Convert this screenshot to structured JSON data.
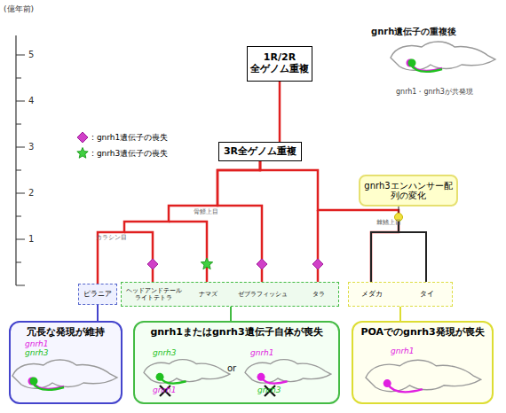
{
  "diagram": {
    "nodes": [
      {
        "text": [
          "1R/2R 全ゲノム重複"
        ]
      },
      {
        "text": [
          "3R全ゲノム重複"
        ]
      },
      {
        "text": [
          "gnrh3エンハンサー配列の変化"
        ]
      },
      {
        "text": [
          "ピラニア"
        ]
      },
      {
        "text": [
          "ヘッドアンドテール ライトテトラ",
          "ナマズ",
          "ゼブラフィッシュ",
          "タラ"
        ]
      },
      {
        "text": [
          "メダカ",
          "タイ"
        ]
      },
      {
        "text": [
          "冗長な発現が維持"
        ]
      },
      {
        "text": [
          "gnrh1またはgnrh3遺伝子自体が喪失"
        ]
      },
      {
        "text": [
          "POAでのgnrh3発現が喪失"
        ]
      }
    ],
    "edges": [
      {
        "from": 0,
        "to": 1,
        "arrow": "none"
      },
      {
        "from": 1,
        "to": 3,
        "arrow": "none"
      },
      {
        "from": 1,
        "to": 4,
        "arrow": "none"
      },
      {
        "from": 1,
        "to": 5,
        "arrow": "none"
      },
      {
        "from": 3,
        "to": 6,
        "arrow": "none"
      },
      {
        "from": 4,
        "to": 7,
        "arrow": "none"
      },
      {
        "from": 5,
        "to": 8,
        "arrow": "none"
      }
    ],
    "labels": [
      "(億年前)",
      "5",
      "4",
      "3",
      "2",
      "1",
      "gnrh遺伝子の重複後",
      "gnrh1・gnrh3が共発現",
      "骨鰾上目",
      "カラシン目",
      "棘鰭上目",
      "gnrh1",
      "gnrh3",
      "gnrh3",
      "gnrh1",
      "or",
      "gnrh1",
      "gnrh3",
      "gnrh1"
    ],
    "legend": [
      {
        "text": ": gnrh1遺伝子の喪失"
      },
      {
        "text": ": gnrh3遺伝子の喪失"
      }
    ]
  }
}
